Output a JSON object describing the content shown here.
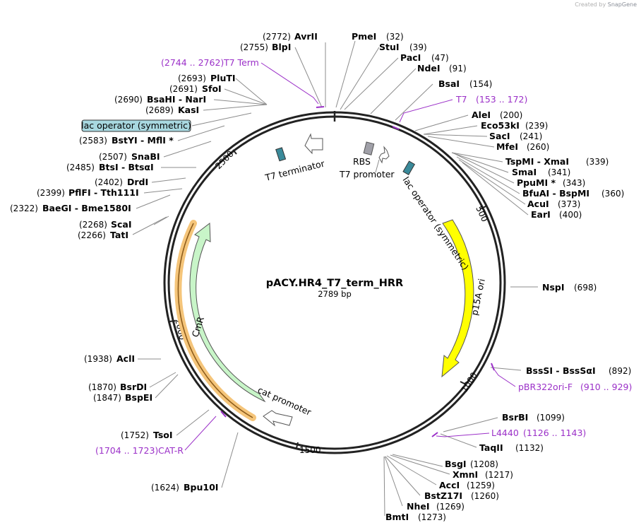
{
  "app": {
    "credit_prefix": "Created by",
    "credit_brand": "SnapGene"
  },
  "plasmid": {
    "name": "pACY.HR4_T7_term_HRR",
    "length_text": "2789 bp",
    "length": 2789
  },
  "tick_labels": [
    "500",
    "1000",
    "1500",
    "2000",
    "2500"
  ],
  "enzymes": [
    {
      "name": "AvrII",
      "pos": "(2772)"
    },
    {
      "name": "BlpI",
      "pos": "(2755)"
    },
    {
      "name": "PluTI",
      "pos": "(2693)"
    },
    {
      "name": "SfoI",
      "pos": "(2691)"
    },
    {
      "name": "BsaHI - NarI",
      "pos": "(2690)"
    },
    {
      "name": "KasI",
      "pos": "(2689)"
    },
    {
      "name": "BstYI - MflI *",
      "pos": "(2583)"
    },
    {
      "name": "SnaBI",
      "pos": "(2507)"
    },
    {
      "name": "BtsI - BtsαI",
      "pos": "(2485)"
    },
    {
      "name": "DrdI",
      "pos": "(2402)"
    },
    {
      "name": "PflFI - Tth111I",
      "pos": "(2399)"
    },
    {
      "name": "BaeGI - Bme1580I",
      "pos": "(2322)"
    },
    {
      "name": "ScaI",
      "pos": "(2268)"
    },
    {
      "name": "TatI",
      "pos": "(2266)"
    },
    {
      "name": "AclI",
      "pos": "(1938)"
    },
    {
      "name": "BsrDI",
      "pos": "(1870)"
    },
    {
      "name": "BspEI",
      "pos": "(1847)"
    },
    {
      "name": "TsoI",
      "pos": "(1752)"
    },
    {
      "name": "Bpu10I",
      "pos": "(1624)"
    },
    {
      "name": "PmeI",
      "pos": "(32)"
    },
    {
      "name": "StuI",
      "pos": "(39)"
    },
    {
      "name": "PacI",
      "pos": "(47)"
    },
    {
      "name": "NdeI",
      "pos": "(91)"
    },
    {
      "name": "BsaI",
      "pos": "(154)"
    },
    {
      "name": "AleI",
      "pos": "(200)"
    },
    {
      "name": "Eco53kI",
      "pos": "(239)"
    },
    {
      "name": "SacI",
      "pos": "(241)"
    },
    {
      "name": "MfeI",
      "pos": "(260)"
    },
    {
      "name": "TspMI - XmaI",
      "pos": "(339)"
    },
    {
      "name": "SmaI",
      "pos": "(341)"
    },
    {
      "name": "PpuMI *",
      "pos": "(343)"
    },
    {
      "name": "BfuAI - BspMI",
      "pos": "(360)"
    },
    {
      "name": "AcuI",
      "pos": "(373)"
    },
    {
      "name": "EarI",
      "pos": "(400)"
    },
    {
      "name": "NspI",
      "pos": "(698)"
    },
    {
      "name": "BssSI - BssSαI",
      "pos": "(892)"
    },
    {
      "name": "BsrBI",
      "pos": "(1099)"
    },
    {
      "name": "TaqII",
      "pos": "(1132)"
    },
    {
      "name": "BsgI",
      "pos": "(1208)"
    },
    {
      "name": "XmnI",
      "pos": "(1217)"
    },
    {
      "name": "AccI",
      "pos": "(1259)"
    },
    {
      "name": "BstZ17I",
      "pos": "(1260)"
    },
    {
      "name": "NheI",
      "pos": "(1269)"
    },
    {
      "name": "BmtI",
      "pos": "(1273)"
    }
  ],
  "primers": [
    {
      "name": "T7 Term",
      "range": "(2744 .. 2762)"
    },
    {
      "name": "T7",
      "range": "(153 .. 172)"
    },
    {
      "name": "pBR322ori-F",
      "range": "(910 .. 929)"
    },
    {
      "name": "L4440",
      "range": "(1126 .. 1143)"
    },
    {
      "name": "CAT-R",
      "range": "(1704 .. 1723)"
    }
  ],
  "features": [
    {
      "name": "lac operator (symmetric)",
      "color": "#3a8a9a",
      "highlighted_callout": true
    },
    {
      "name": "T7 terminator",
      "color": "#ffffff"
    },
    {
      "name": "RBS",
      "color": "#a0a0a8"
    },
    {
      "name": "T7 promoter",
      "color": "#ffffff"
    },
    {
      "name": "lac operator (symmetric)",
      "color": "#3a8a9a"
    },
    {
      "name": "p15A ori",
      "color": "#ffff00"
    },
    {
      "name": "CmR",
      "color": "#c8f5c8"
    },
    {
      "name": "cat promoter",
      "color": "#ffffff"
    }
  ]
}
